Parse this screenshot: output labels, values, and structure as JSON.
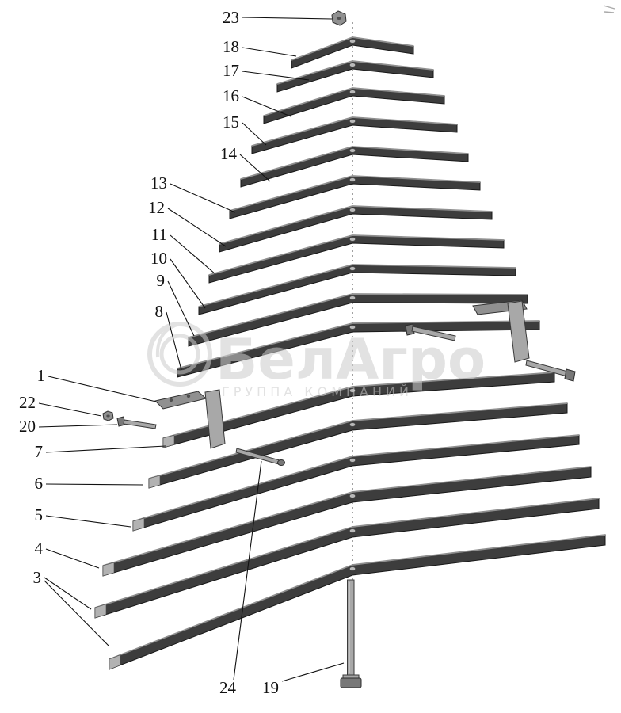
{
  "diagram": {
    "watermark": {
      "title": "БелАгро",
      "subtitle": "ГРУППА КОМПАНИЙ"
    },
    "callouts": [
      {
        "label": "23"
      },
      {
        "label": "18"
      },
      {
        "label": "17"
      },
      {
        "label": "16"
      },
      {
        "label": "15"
      },
      {
        "label": "14"
      },
      {
        "label": "13"
      },
      {
        "label": "12"
      },
      {
        "label": "11"
      },
      {
        "label": "10"
      },
      {
        "label": "9"
      },
      {
        "label": "8"
      },
      {
        "label": "1"
      },
      {
        "label": "22"
      },
      {
        "label": "20"
      },
      {
        "label": "7"
      },
      {
        "label": "6"
      },
      {
        "label": "5"
      },
      {
        "label": "4"
      },
      {
        "label": "3"
      },
      {
        "label": "24"
      },
      {
        "label": "19"
      }
    ]
  },
  "colors": {
    "background": "#ffffff",
    "leaf-dark": "#3d3d3d",
    "leaf-edge": "#181818",
    "leaf-highlight": "#8f8f8f",
    "metal-light": "#a8a8a8",
    "label-ink": "#111111",
    "watermark-gray": "#cccccc"
  }
}
